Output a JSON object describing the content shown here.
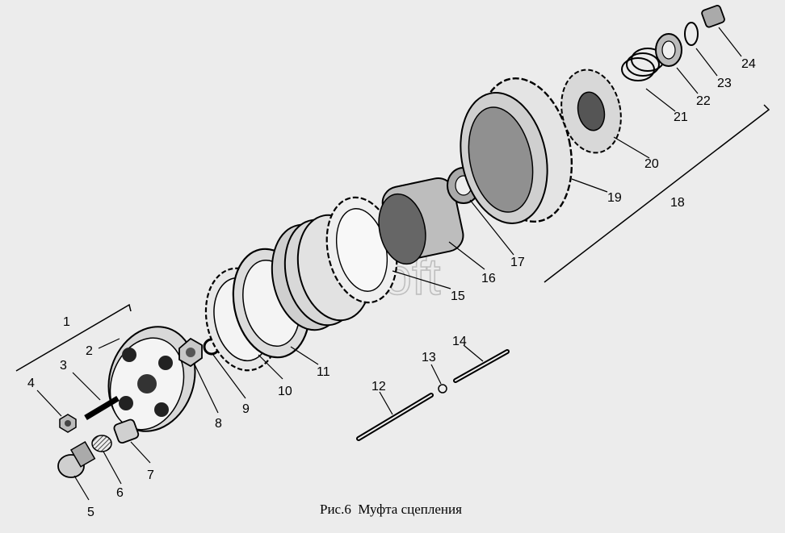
{
  "caption": "Рис.6  Муфта сцепления",
  "watermark": "AutoSoft",
  "callouts": [
    "1",
    "2",
    "3",
    "4",
    "5",
    "6",
    "7",
    "8",
    "9",
    "10",
    "11",
    "12",
    "13",
    "14",
    "15",
    "16",
    "17",
    "18",
    "19",
    "20",
    "21",
    "22",
    "23",
    "24"
  ]
}
